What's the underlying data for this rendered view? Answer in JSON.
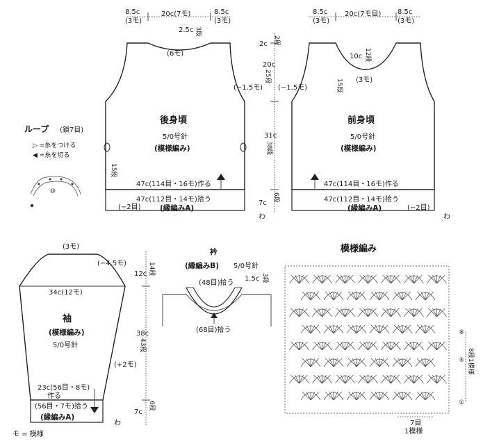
{
  "back": {
    "top_left": "8.5c",
    "top_left_sub": "(3モ)",
    "top_mid": "20c(7モ)",
    "top_right": "8.5c",
    "top_right_sub": "(3モ)",
    "neck_drop": "2.5c",
    "neck_drop_sub": "3段",
    "neck_width": "(6モ)",
    "armhole_dec": "(−1.5モ)",
    "side_rows": "15段",
    "title": "後身頃",
    "needle": "5/0号針",
    "pattern": "(模様編み)",
    "cast_on": "47c(114目・16モ)作る",
    "pickup": "47c(112目・14モ)拾う",
    "edge_dec": "(−2目)",
    "edge_name": "(縁編みA)",
    "wa": "わ"
  },
  "vertical": {
    "top_len": "2c",
    "top_rows": "2段",
    "mid_len": "20c",
    "mid_rows": "25段",
    "total_len": "31c",
    "total_rows": "38段",
    "edge_len": "7c",
    "edge_rows": "6段"
  },
  "front": {
    "top_left": "8.5c",
    "top_left_sub": "(3モ)",
    "top_mid": "20c(7モ目)",
    "top_right": "8.5c",
    "top_right_sub": "(3モ)",
    "neck_drop": "10c",
    "neck_rows": "12段",
    "neck_width": "(3モ)",
    "armhole_dec": "(−1.5モ)",
    "side_rows": "15段",
    "title": "前身頃",
    "needle": "5/0号針",
    "pattern": "(模様編み)",
    "cast_on": "47c(114目・16モ)作る",
    "pickup": "47c(112目・14モ)拾う",
    "edge_dec": "(−2目)",
    "edge_name": "(縁編みA)",
    "wa": "わ"
  },
  "loop": {
    "title": "ループ",
    "sub": "(鎖7目)",
    "legend_attach": "▷ =糸をつける",
    "legend_cut": "◀ =糸を切る",
    "marker": "⑩"
  },
  "sleeve": {
    "top": "(3モ)",
    "cap_dec": "(−4.5モ)",
    "width": "34c(12モ)",
    "title": "袖",
    "pattern": "(模様編み)",
    "needle": "5/0号針",
    "inc": "(+2モ)",
    "cast_on": "23c(56目・8モ)",
    "cast_on2": "作る",
    "pickup": "(56目・7モ)拾う",
    "edge_name": "(縁編みA)",
    "wa": "わ",
    "cap_len": "12c",
    "cap_rows": "14段",
    "body_len": "38c",
    "body_rows": "43段",
    "edge_len": "7c",
    "edge_rows": "6段"
  },
  "collar": {
    "title": "衿",
    "sub": "(縁編みB)",
    "needle": "5/0号針",
    "inner": "(48目)拾う",
    "outer": "(68目)拾う",
    "depth": "1.5c",
    "depth_rows": "3段"
  },
  "swatch": {
    "title": "模様編み",
    "r8": "⑧",
    "r5": "⑤",
    "r1": "①",
    "repeat_rows": "8段1模様",
    "repeat_sts": "7目",
    "repeat_sts2": "1模様"
  },
  "legend": {
    "note": "モ = 模様"
  }
}
